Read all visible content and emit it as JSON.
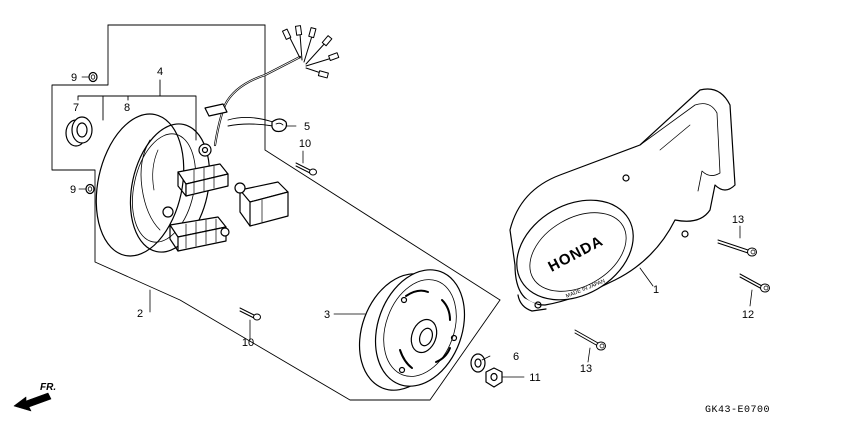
{
  "diagram": {
    "diagram_code": "GK43-E0700",
    "direction_label": "FR.",
    "cover_brand": "HONDA",
    "cover_origin": "MADE IN JAPAN",
    "parts": [
      {
        "key": "p1",
        "number": "1",
        "name": "left-crankcase-cover"
      },
      {
        "key": "p2",
        "number": "2",
        "name": "stator-assembly"
      },
      {
        "key": "p3",
        "number": "3",
        "name": "flywheel-rotor"
      },
      {
        "key": "p4",
        "number": "4",
        "name": "stator-base"
      },
      {
        "key": "p5",
        "number": "5",
        "name": "wire-grommet"
      },
      {
        "key": "p6",
        "number": "6",
        "name": "washer"
      },
      {
        "key": "p7",
        "number": "7",
        "name": "oil-seal"
      },
      {
        "key": "p8",
        "number": "8",
        "name": "o-ring"
      },
      {
        "key": "p9a",
        "number": "9",
        "name": "o-ring-small-top"
      },
      {
        "key": "p9b",
        "number": "9",
        "name": "o-ring-small-bottom"
      },
      {
        "key": "p10a",
        "number": "10",
        "name": "bolt-upper"
      },
      {
        "key": "p10b",
        "number": "10",
        "name": "bolt-lower"
      },
      {
        "key": "p11",
        "number": "11",
        "name": "nut"
      },
      {
        "key": "p12",
        "number": "12",
        "name": "bolt-cover-lower"
      },
      {
        "key": "p13a",
        "number": "13",
        "name": "bolt-cover-upper"
      },
      {
        "key": "p13b",
        "number": "13",
        "name": "bolt-cover-bottom"
      }
    ]
  },
  "colors": {
    "ink": "#000000",
    "paper": "#ffffff"
  }
}
